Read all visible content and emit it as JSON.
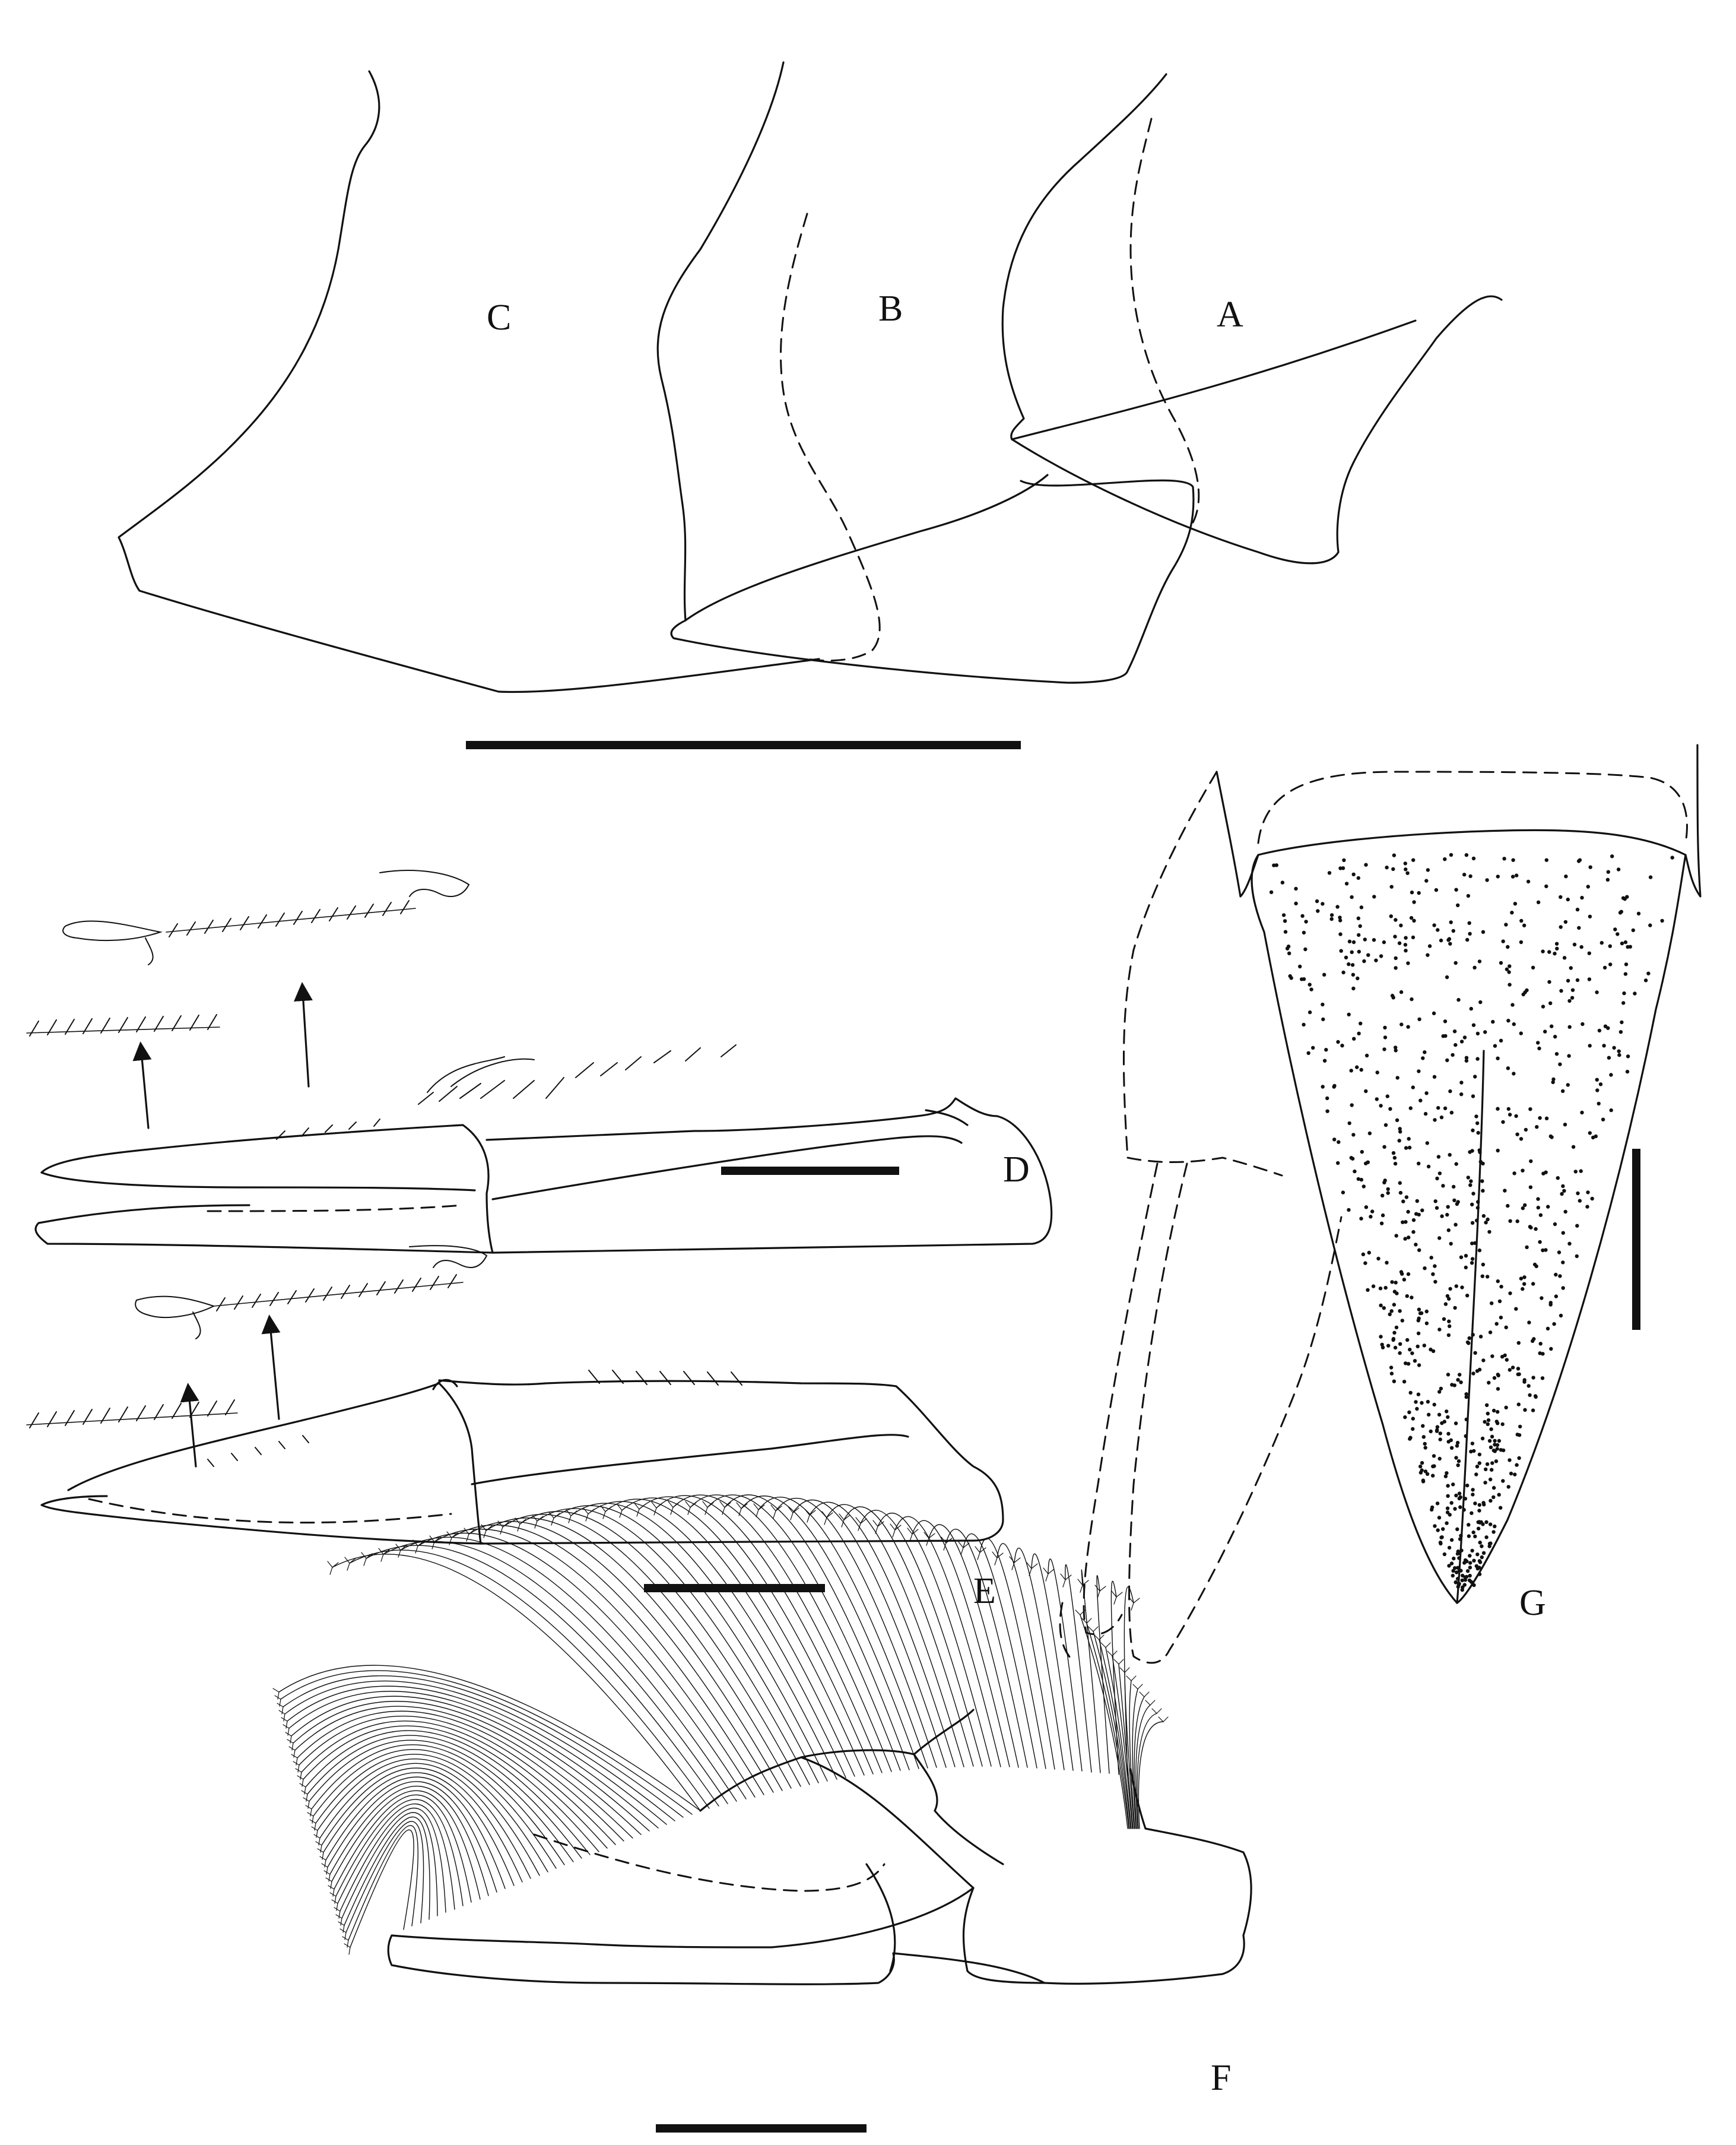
{
  "figure": {
    "panels": [
      "A",
      "B",
      "C",
      "D",
      "E",
      "F",
      "G"
    ],
    "colors": {
      "ink": "#111111",
      "background": "#ffffff"
    }
  }
}
